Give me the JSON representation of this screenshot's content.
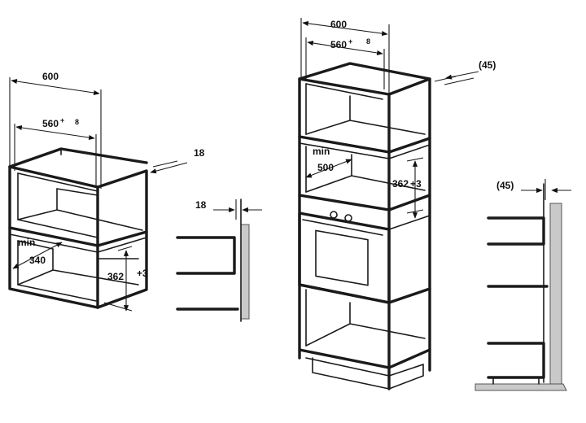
{
  "left_unit": {
    "width": "600",
    "inner_width": "560",
    "inner_width_sup": "+",
    "inner_width_tol": "8",
    "panel": "18",
    "min": "min",
    "depth": "340",
    "height": "362",
    "height_tol": "+3"
  },
  "left_side": {
    "panel": "18"
  },
  "tall_unit": {
    "width": "600",
    "inner_width": "560",
    "inner_width_sup": "+",
    "inner_width_tol": "8",
    "gap": "(45)",
    "min": "min",
    "depth": "500",
    "height": "362",
    "height_tol": "+3"
  },
  "right_side": {
    "gap": "(45)"
  }
}
